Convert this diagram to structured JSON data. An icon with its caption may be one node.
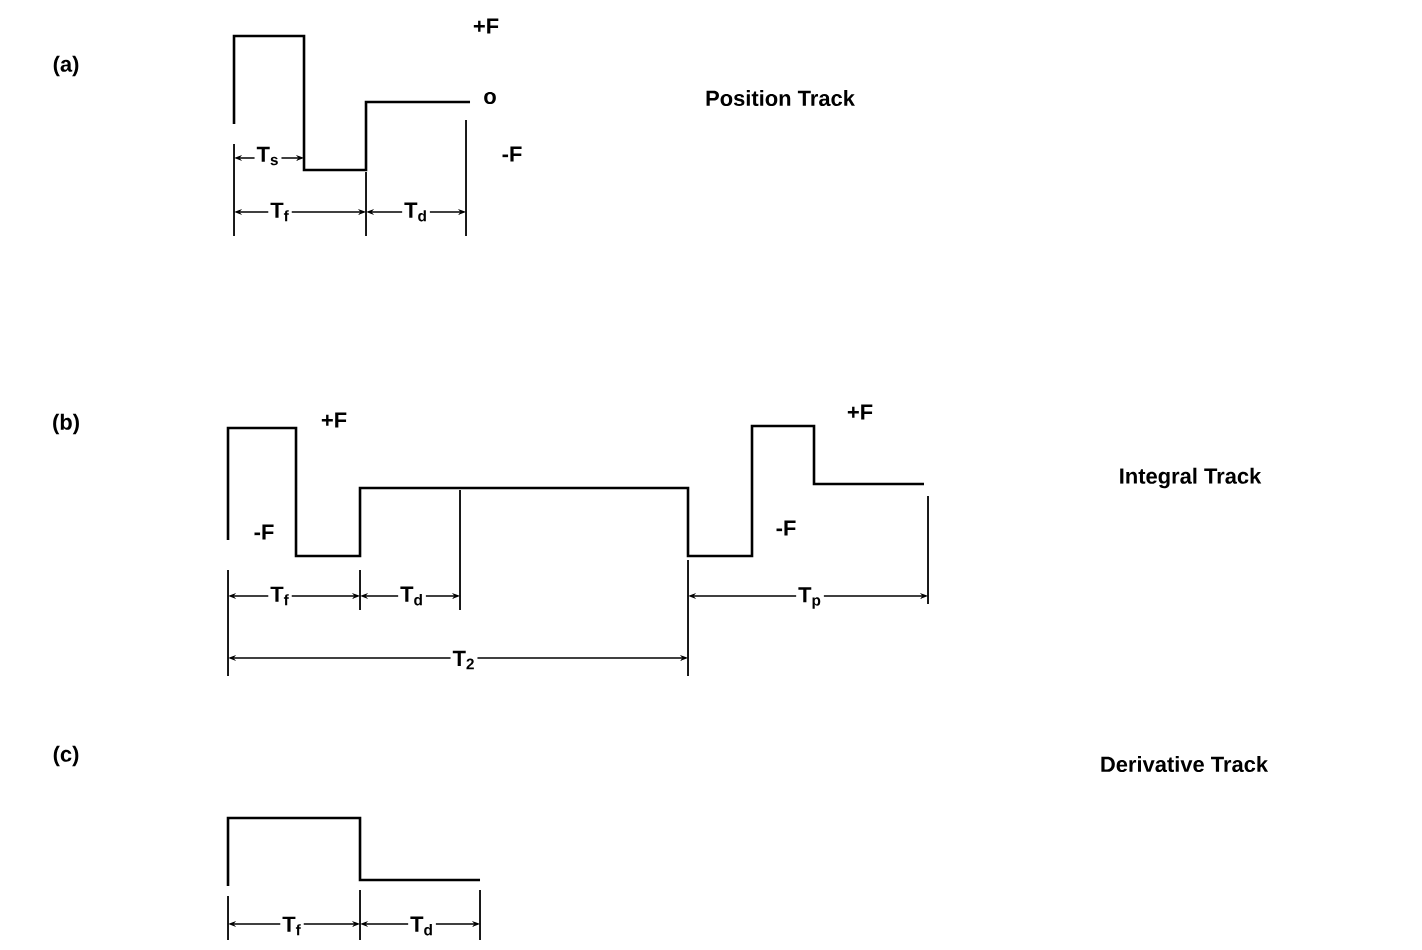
{
  "diagram": {
    "labels": [
      "(a)",
      "+F",
      "o",
      "Position Track",
      "T$_{s}$",
      "-F",
      "T$_{f}$",
      "T$_{d}$",
      "(b)",
      "+F",
      "+F",
      "Integral Track",
      "-F",
      "-F",
      "T$_{f}$",
      "T$_{d}$",
      "T$_{p}$",
      "T$_{2}$",
      "(c)",
      "Derivative Track",
      "T$_{f}$",
      "T$_{d}$"
    ]
  }
}
